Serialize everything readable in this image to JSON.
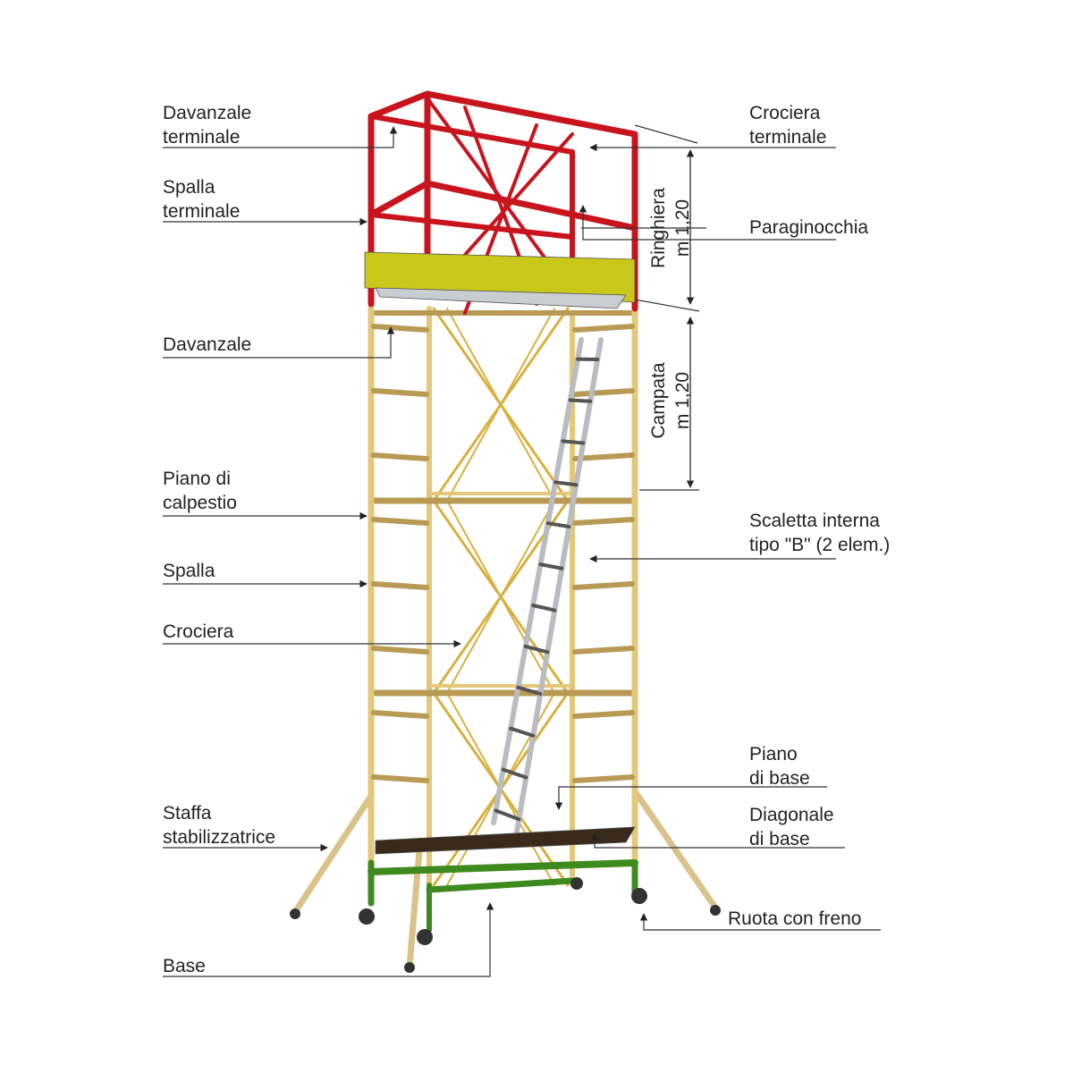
{
  "labels_left": [
    {
      "id": "davanzale-terminale",
      "lines": [
        "Davanzale",
        "terminale"
      ]
    },
    {
      "id": "spalla-terminale",
      "lines": [
        "Spalla",
        "terminale"
      ]
    },
    {
      "id": "davanzale",
      "lines": [
        "Davanzale"
      ]
    },
    {
      "id": "piano-di-calpestio",
      "lines": [
        "Piano di",
        "calpestio"
      ]
    },
    {
      "id": "spalla",
      "lines": [
        "Spalla"
      ]
    },
    {
      "id": "crociera",
      "lines": [
        "Crociera"
      ]
    },
    {
      "id": "staffa-stabilizzatrice",
      "lines": [
        "Staffa",
        "stabilizzatrice"
      ]
    },
    {
      "id": "base",
      "lines": [
        "Base"
      ]
    }
  ],
  "labels_right": [
    {
      "id": "crociera-terminale",
      "lines": [
        "Crociera",
        "terminale"
      ]
    },
    {
      "id": "paraginocchia",
      "lines": [
        "Paraginocchia"
      ]
    },
    {
      "id": "scaletta-interna",
      "lines": [
        "Scaletta interna",
        "tipo \"B\" (2 elem.)"
      ]
    },
    {
      "id": "piano-di-base",
      "lines": [
        "Piano",
        "di base"
      ]
    },
    {
      "id": "diagonale-di-base",
      "lines": [
        "Diagonale",
        "di base"
      ]
    },
    {
      "id": "ruota-con-freno",
      "lines": [
        "Ruota con freno"
      ]
    }
  ],
  "dimensions": [
    {
      "id": "ringhiera",
      "lines": [
        "Ringhiera",
        "m 1,20"
      ]
    },
    {
      "id": "campata",
      "lines": [
        "Campata",
        "m 1,20"
      ]
    }
  ],
  "colors": {
    "guardrail": "#c8141c",
    "frame": "#e3c77a",
    "toeboard": "#c9c81a",
    "base": "#3f8a1e",
    "ladder": "#b9bcc0",
    "platform": "#3a2a1c"
  }
}
